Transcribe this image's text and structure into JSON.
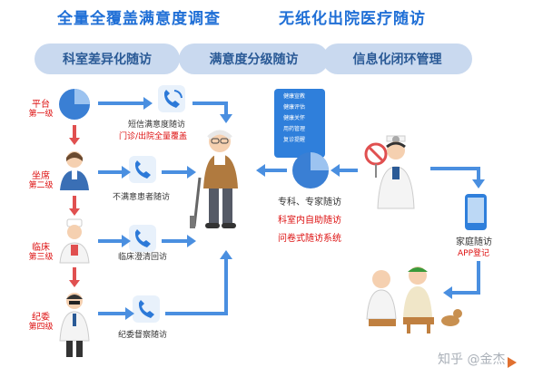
{
  "titles": {
    "left": "全量全覆盖满意度调查",
    "right": "无纸化出院医疗随访"
  },
  "pills": [
    "科室差异化随访",
    "满意度分级随访",
    "信息化闭环管理"
  ],
  "levels": [
    {
      "name": "平台",
      "rank": "第一级"
    },
    {
      "name": "坐席",
      "rank": "第二级"
    },
    {
      "name": "临床",
      "rank": "第三级"
    },
    {
      "name": "纪委",
      "rank": "第四级"
    }
  ],
  "sms": {
    "label": "短信满意度随访",
    "coverage": "门诊/出院全量覆盖"
  },
  "captions": {
    "unsatisfied": "不满意患者随访",
    "clinical": "临床澄清回访",
    "discipline": "纪委督察随访"
  },
  "doc_list": [
    "健康宣教",
    "健康评估",
    "健康关怀",
    "用药管理",
    "复诊提醒"
  ],
  "center_text": {
    "line1": "专科、专家随访",
    "line2": "科室内自助随访",
    "line3": "问卷式随访系统"
  },
  "family": {
    "line1": "家庭随访",
    "line2": "APP登记"
  },
  "watermark": "知乎 @金杰",
  "colors": {
    "title_blue": "#1f6fd6",
    "pill_bg": "#c9d9ef",
    "arrow_blue": "#4a8fe0",
    "accent_red": "#d11111"
  }
}
